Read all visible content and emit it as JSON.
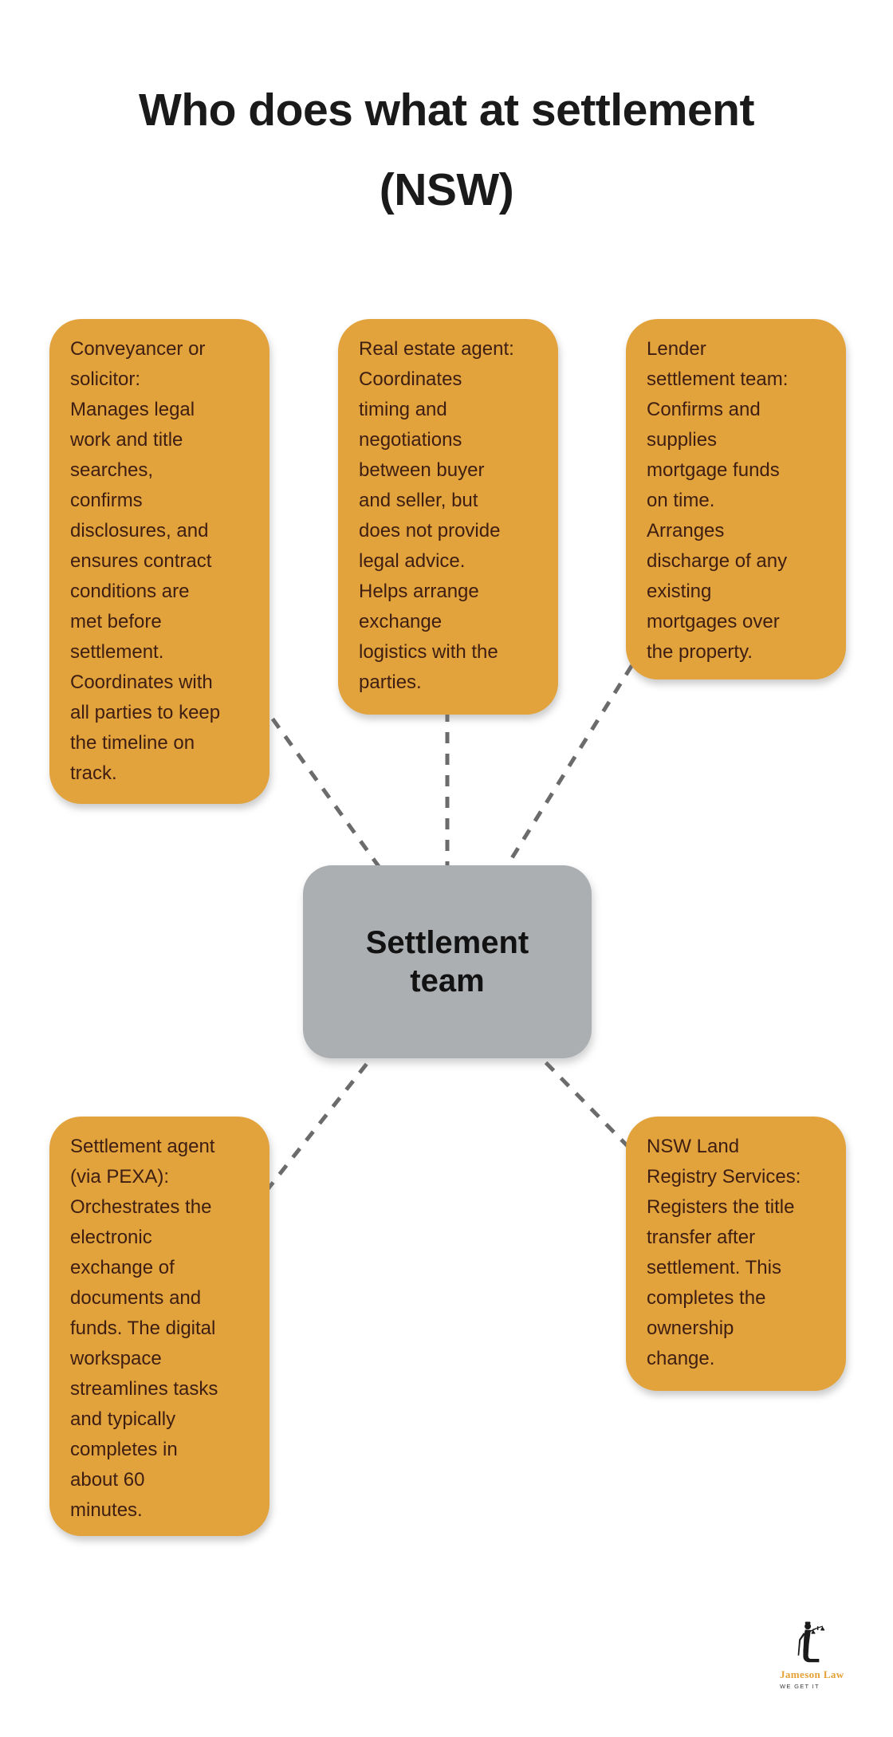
{
  "title": {
    "line1": "Who does what at settlement",
    "line2": "(NSW)"
  },
  "center_node": {
    "label": "Settlement\nteam"
  },
  "nodes": [
    {
      "id": "conveyancer-solicitor",
      "text": "Conveyancer or\nsolicitor:\nManages legal\nwork and title\nsearches,\nconfirms\ndisclosures, and\nensures contract\nconditions are\nmet before\nsettlement.\nCoordinates with\nall parties to keep\nthe timeline on\ntrack."
    },
    {
      "id": "real-estate-agent",
      "text": "Real estate agent:\nCoordinates\ntiming and\nnegotiations\nbetween buyer\nand seller, but\ndoes not provide\nlegal advice.\nHelps arrange\nexchange\nlogistics with the\nparties."
    },
    {
      "id": "lender-settlement-team",
      "text": "Lender\nsettlement team:\nConfirms and\nsupplies\nmortgage funds\non time.\nArranges\ndischarge of any\nexisting\nmortgages over\nthe property."
    },
    {
      "id": "settlement-agent-pexa",
      "text": "Settlement agent\n(via PEXA):\nOrchestrates the\nelectronic\nexchange of\ndocuments and\nfunds. The digital\nworkspace\nstreamlines tasks\nand typically\ncompletes in\nabout 60\nminutes."
    },
    {
      "id": "nsw-land-registry",
      "text": "NSW Land\nRegistry Services:\nRegisters the title\ntransfer after\nsettlement. This\ncompletes the\nownership\nchange."
    }
  ],
  "logo": {
    "brand": "Jameson Law",
    "tagline": "WE GET IT"
  },
  "colors": {
    "node_fill": "#E2A33C",
    "node_text": "#3E1E12",
    "center_fill": "#ACAFB2",
    "center_text": "#121212",
    "connector": "#6B6B6B",
    "brand_gold": "#E5A033"
  }
}
